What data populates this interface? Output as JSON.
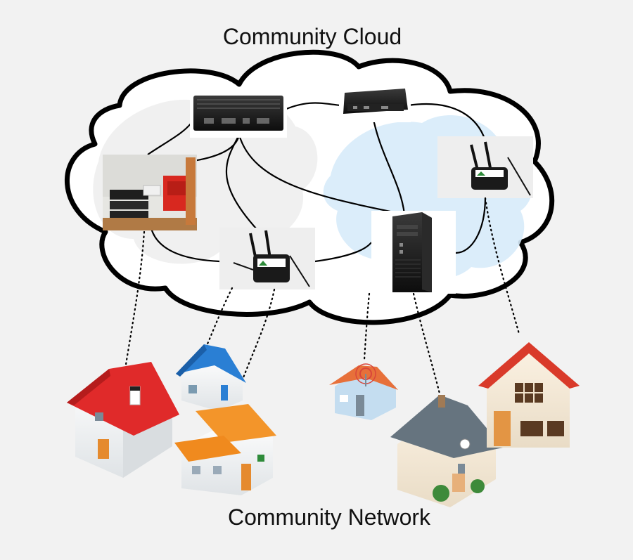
{
  "diagram": {
    "cloud_label": "Community Cloud",
    "network_label": "Community Network",
    "colors": {
      "background": "#f2f2f2",
      "cloud_fill": "#ffffff",
      "cloud_stroke": "#000000",
      "ghost_blue": "#d6eaf8",
      "ghost_grey": "#e8e8e8",
      "red_roof": "#e03030",
      "blue_roof": "#2a7fd4",
      "orange_roof": "#f08a1e",
      "grey_roof": "#6b7b88"
    },
    "nodes": [
      {
        "id": "fanless-server-1",
        "icon": "fanless-pc-icon"
      },
      {
        "id": "mini-pc",
        "icon": "mini-pc-icon"
      },
      {
        "id": "router-right",
        "icon": "wireless-router-icon"
      },
      {
        "id": "rack-photo",
        "icon": "equipment-rack-photo"
      },
      {
        "id": "router-center",
        "icon": "wireless-router-icon"
      },
      {
        "id": "tower-pc",
        "icon": "tower-pc-icon"
      }
    ],
    "houses": [
      {
        "id": "red-house",
        "icon": "house-icon"
      },
      {
        "id": "blue-house",
        "icon": "house-icon"
      },
      {
        "id": "orange-house",
        "icon": "house-icon"
      },
      {
        "id": "antenna-house",
        "icon": "house-antenna-icon"
      },
      {
        "id": "grey-house",
        "icon": "house-icon"
      },
      {
        "id": "brick-house",
        "icon": "house-icon"
      }
    ]
  }
}
